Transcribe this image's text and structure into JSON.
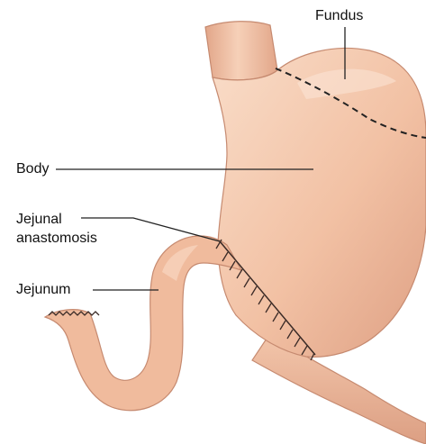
{
  "labels": {
    "fundus": "Fundus",
    "body": "Body",
    "jejunal_line1": "Jejunal",
    "jejunal_line2": "anastomosis",
    "jejunum": "Jejunum"
  },
  "colors": {
    "tissue_fill": "#f2c1a4",
    "tissue_shadow": "#d99a7e",
    "tissue_outline": "#b97a62",
    "tissue_highlight": "#f9ddc9",
    "leader_line": "#222222",
    "suture": "#3a2a26",
    "dashed_line": "#222222"
  }
}
